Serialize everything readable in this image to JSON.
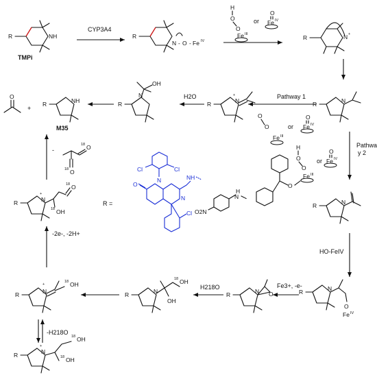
{
  "labels": {
    "tmpi": "TMPi",
    "m35": "M35",
    "cyp3a4": "CYP3A4",
    "h2o": "H2O",
    "h218o": "H218O",
    "pathway1": "Pathway 1",
    "pathway2_a": "Pathwa",
    "pathway2_b": "y 2",
    "or": "or",
    "r_equals": "R =",
    "ho_feiv": "HO-FeIV",
    "fe3_e": "Fe3+, -e-",
    "minus_2e_2h": "-2e-, -2H+",
    "minus_h218o": "-H218O",
    "plus": "+",
    "minus": "-"
  },
  "atoms": {
    "R": "R",
    "N": "N",
    "NH": "NH",
    "O": "O",
    "OH": "OH",
    "HO": "HO",
    "H": "H",
    "Fe": "Fe",
    "Cl": "Cl",
    "O2N": "O2N",
    "label18": "18",
    "III": "III",
    "IV": "IV",
    "plus": "+",
    "minus": "-"
  },
  "colors": {
    "bond": "#111111",
    "highlight_bond": "#d41919",
    "substituent": "#1a2fd6"
  }
}
